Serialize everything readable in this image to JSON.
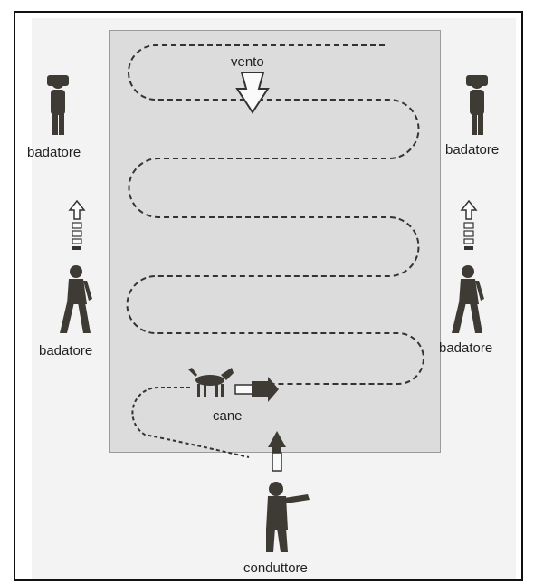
{
  "diagram": {
    "labels": {
      "wind": "vento",
      "beater_top_left": "badatore",
      "beater_top_right": "badatore",
      "beater_mid_left": "badatore",
      "beater_mid_right": "badatore",
      "dog": "cane",
      "handler": "conduttore"
    },
    "colors": {
      "field": "#dcdcdc",
      "figure": "#3e3a34",
      "path": "#333333"
    },
    "icons": [
      "person-binoculars-icon",
      "person-walking-icon",
      "person-pointing-icon",
      "dog-icon",
      "arrow-up-icon",
      "arrow-down-icon",
      "arrow-right-icon"
    ]
  }
}
